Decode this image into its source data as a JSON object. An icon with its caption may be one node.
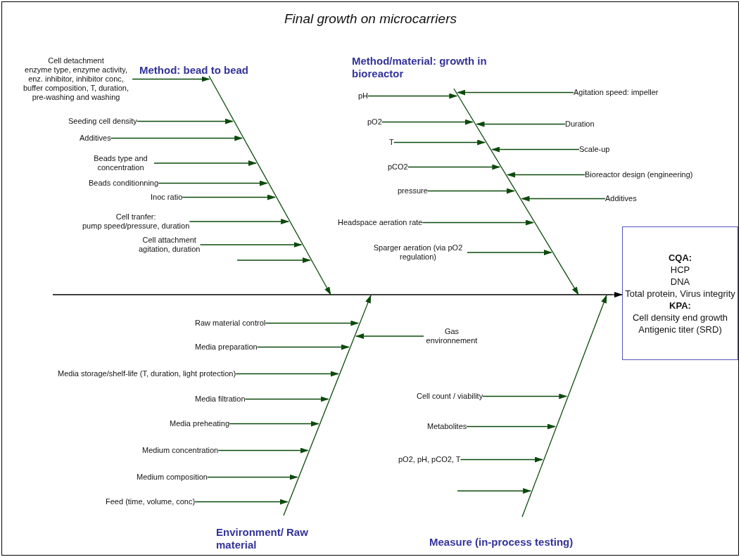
{
  "diagram": {
    "title": "Final growth on microcarriers",
    "nodes": [
      {
        "text": [],
        "shape": "bar",
        "beside": [
          "Method: bead to bead"
        ]
      },
      {
        "text": [
          "Cell detachment",
          "enzyme type, enzyme activity, enz. inhibitor, inhibitor conc, buffer composition, T, duration, pre-washing and washing"
        ]
      },
      {
        "text": [
          "Seeding cell density"
        ]
      },
      {
        "text": [
          "Additives"
        ]
      },
      {
        "text": [
          "Beads type and concentration"
        ]
      },
      {
        "text": [
          "Beads conditionning"
        ]
      },
      {
        "text": [
          "Inoc ratio"
        ]
      },
      {
        "text": [
          "Cell tranfer:",
          "pump speed/pressure, duration"
        ]
      },
      {
        "text": [
          "Cell attachment",
          "agitation, duration"
        ]
      },
      {
        "text": [],
        "shape": "bar",
        "beside": [
          "Method/material: growth in bioreactor"
        ]
      },
      {
        "text": [
          "pH"
        ]
      },
      {
        "text": [
          "pO2"
        ]
      },
      {
        "text": [
          "T"
        ]
      },
      {
        "text": [
          "pCO2"
        ]
      },
      {
        "text": [
          "pressure"
        ]
      },
      {
        "text": [
          "Headspace aeration rate"
        ]
      },
      {
        "text": [
          "Sparger aeration (via pO2 regulation)"
        ]
      },
      {
        "text": [
          "Agitation speed: impeller"
        ]
      },
      {
        "text": [
          "Duration"
        ]
      },
      {
        "text": [
          "Scale-up"
        ]
      },
      {
        "text": [
          "Bioreactor design (engineering)"
        ]
      },
      {
        "text": [
          "Additives"
        ]
      },
      {
        "text": [],
        "shape": "bar"
      },
      {
        "text": [
          "CQA:",
          "HCP",
          "DNA",
          "Total protein, Virus integrity",
          "KPA:",
          "Cell density end growth",
          "Antigenic titer (SRD)"
        ]
      },
      {
        "text": [],
        "shape": "bar",
        "beside": [
          "Environment/ Raw material"
        ]
      },
      {
        "text": [
          "Raw material control"
        ]
      },
      {
        "text": [
          "Media preparation"
        ]
      },
      {
        "text": [
          "Media storage/shelf-life (T, duration, light protection)"
        ]
      },
      {
        "text": [
          "Media filtration"
        ]
      },
      {
        "text": [
          "Media preheating"
        ]
      },
      {
        "text": [
          "Medium concentration"
        ]
      },
      {
        "text": [
          "Medium composition"
        ]
      },
      {
        "text": [
          "Feed (time, volume, conc)"
        ]
      },
      {
        "text": [
          "Gas environnement"
        ]
      },
      {
        "text": [],
        "shape": "bar",
        "beside": [
          "Measure (in-process testing)"
        ]
      },
      {
        "text": [
          "Cell count / viability"
        ]
      },
      {
        "text": [
          "Metabolites"
        ]
      },
      {
        "text": [
          "pO2, pH, pCO2, T"
        ]
      }
    ],
    "edges": [
      {
        "from": 1,
        "to": 0,
        "arrow": "to"
      },
      {
        "from": 2,
        "to": 0,
        "arrow": "to"
      },
      {
        "from": 3,
        "to": 0,
        "arrow": "to"
      },
      {
        "from": 4,
        "to": 0,
        "arrow": "to"
      },
      {
        "from": 5,
        "to": 0,
        "arrow": "to"
      },
      {
        "from": 6,
        "to": 0,
        "arrow": "to"
      },
      {
        "from": 7,
        "to": 0,
        "arrow": "to"
      },
      {
        "from": 8,
        "to": 0,
        "arrow": "to"
      },
      {
        "from": null,
        "to": 0,
        "arrow": "to"
      },
      {
        "from": 0,
        "to": 22,
        "arrow": "to"
      },
      {
        "from": 10,
        "to": 9,
        "arrow": "to"
      },
      {
        "from": 11,
        "to": 9,
        "arrow": "to"
      },
      {
        "from": 12,
        "to": 9,
        "arrow": "to"
      },
      {
        "from": 13,
        "to": 9,
        "arrow": "to"
      },
      {
        "from": 14,
        "to": 9,
        "arrow": "to"
      },
      {
        "from": 15,
        "to": 9,
        "arrow": "to"
      },
      {
        "from": 16,
        "to": 9,
        "arrow": "to"
      },
      {
        "from": 17,
        "to": 9,
        "arrow": "to"
      },
      {
        "from": 18,
        "to": 9,
        "arrow": "to"
      },
      {
        "from": 19,
        "to": 9,
        "arrow": "to"
      },
      {
        "from": 20,
        "to": 9,
        "arrow": "to"
      },
      {
        "from": 21,
        "to": 9,
        "arrow": "to"
      },
      {
        "from": 9,
        "to": 22,
        "arrow": "to"
      },
      {
        "from": 22,
        "to": 23,
        "arrow": "to",
        "color": "#000000"
      },
      {
        "from": 25,
        "to": 24,
        "arrow": "to"
      },
      {
        "from": 26,
        "to": 24,
        "arrow": "to"
      },
      {
        "from": 27,
        "to": 24,
        "arrow": "to"
      },
      {
        "from": 28,
        "to": 24,
        "arrow": "to"
      },
      {
        "from": 29,
        "to": 24,
        "arrow": "to"
      },
      {
        "from": 30,
        "to": 24,
        "arrow": "to"
      },
      {
        "from": 31,
        "to": 24,
        "arrow": "to"
      },
      {
        "from": 32,
        "to": 24,
        "arrow": "to"
      },
      {
        "from": 33,
        "to": 24,
        "arrow": "to"
      },
      {
        "from": 24,
        "to": 22,
        "arrow": "to"
      },
      {
        "from": 35,
        "to": 34,
        "arrow": "to"
      },
      {
        "from": 36,
        "to": 34,
        "arrow": "to"
      },
      {
        "from": 37,
        "to": 34,
        "arrow": "to"
      },
      {
        "from": null,
        "to": 34,
        "arrow": "to"
      },
      {
        "from": 34,
        "to": 22,
        "arrow": "to"
      }
    ]
  }
}
